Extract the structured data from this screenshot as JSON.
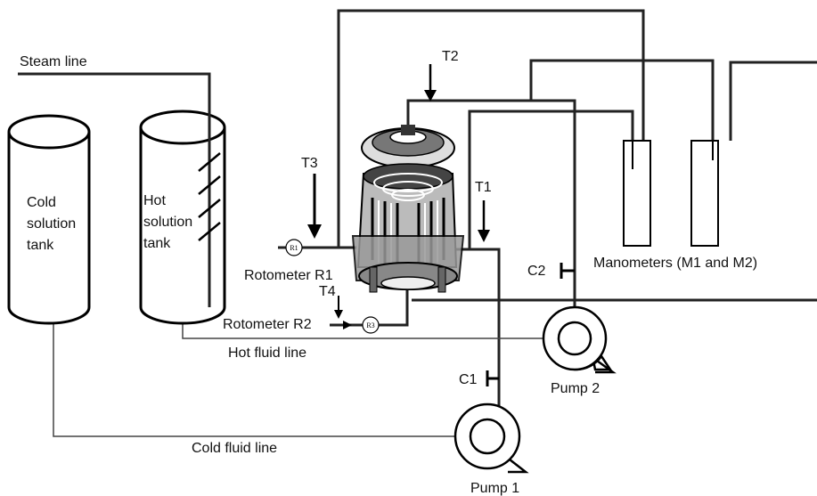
{
  "labels": {
    "steam_line": "Steam line",
    "cold_tank": [
      "Cold",
      "solution",
      "tank"
    ],
    "hot_tank": [
      "Hot",
      "solution",
      "tank"
    ],
    "t1": "T1",
    "t2": "T2",
    "t3": "T3",
    "t4": "T4",
    "rotometer_r1": "Rotometer R1",
    "rotometer_r2": "Rotometer R2",
    "r1_badge": "R1",
    "r3_badge": "R3",
    "c1": "C1",
    "c2": "C2",
    "manometers": "Manometers (M1 and M2)",
    "pump1": "Pump 1",
    "pump2": "Pump 2",
    "hot_fluid_line": "Hot fluid line",
    "cold_fluid_line": "Cold fluid line"
  }
}
